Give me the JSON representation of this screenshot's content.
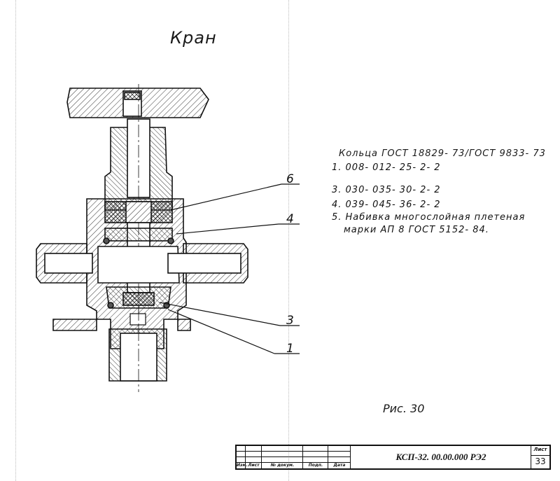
{
  "drawing": {
    "title": "Кран",
    "caption": "Рис. 30"
  },
  "spec": {
    "header": "Кольца ГОСТ 18829- 73/ГОСТ 9833- 73",
    "items": [
      "1.  008- 012-  25- 2- 2",
      "3.  030- 035- 30- 2- 2",
      "4.  039- 045- 36- 2- 2",
      "5. Набивка многослойная плетеная",
      "марки АП 8    ГОСТ 5152- 84."
    ]
  },
  "callouts": [
    "6",
    "4",
    "3",
    "1"
  ],
  "title_block": {
    "labels": [
      "Изм.",
      "Лист",
      "№ докум.",
      "Подп.",
      "Дата"
    ],
    "document_code": "КСП-32. 00.00.000 РЭ2",
    "sheet_label": "Лист",
    "sheet_number": "33"
  }
}
